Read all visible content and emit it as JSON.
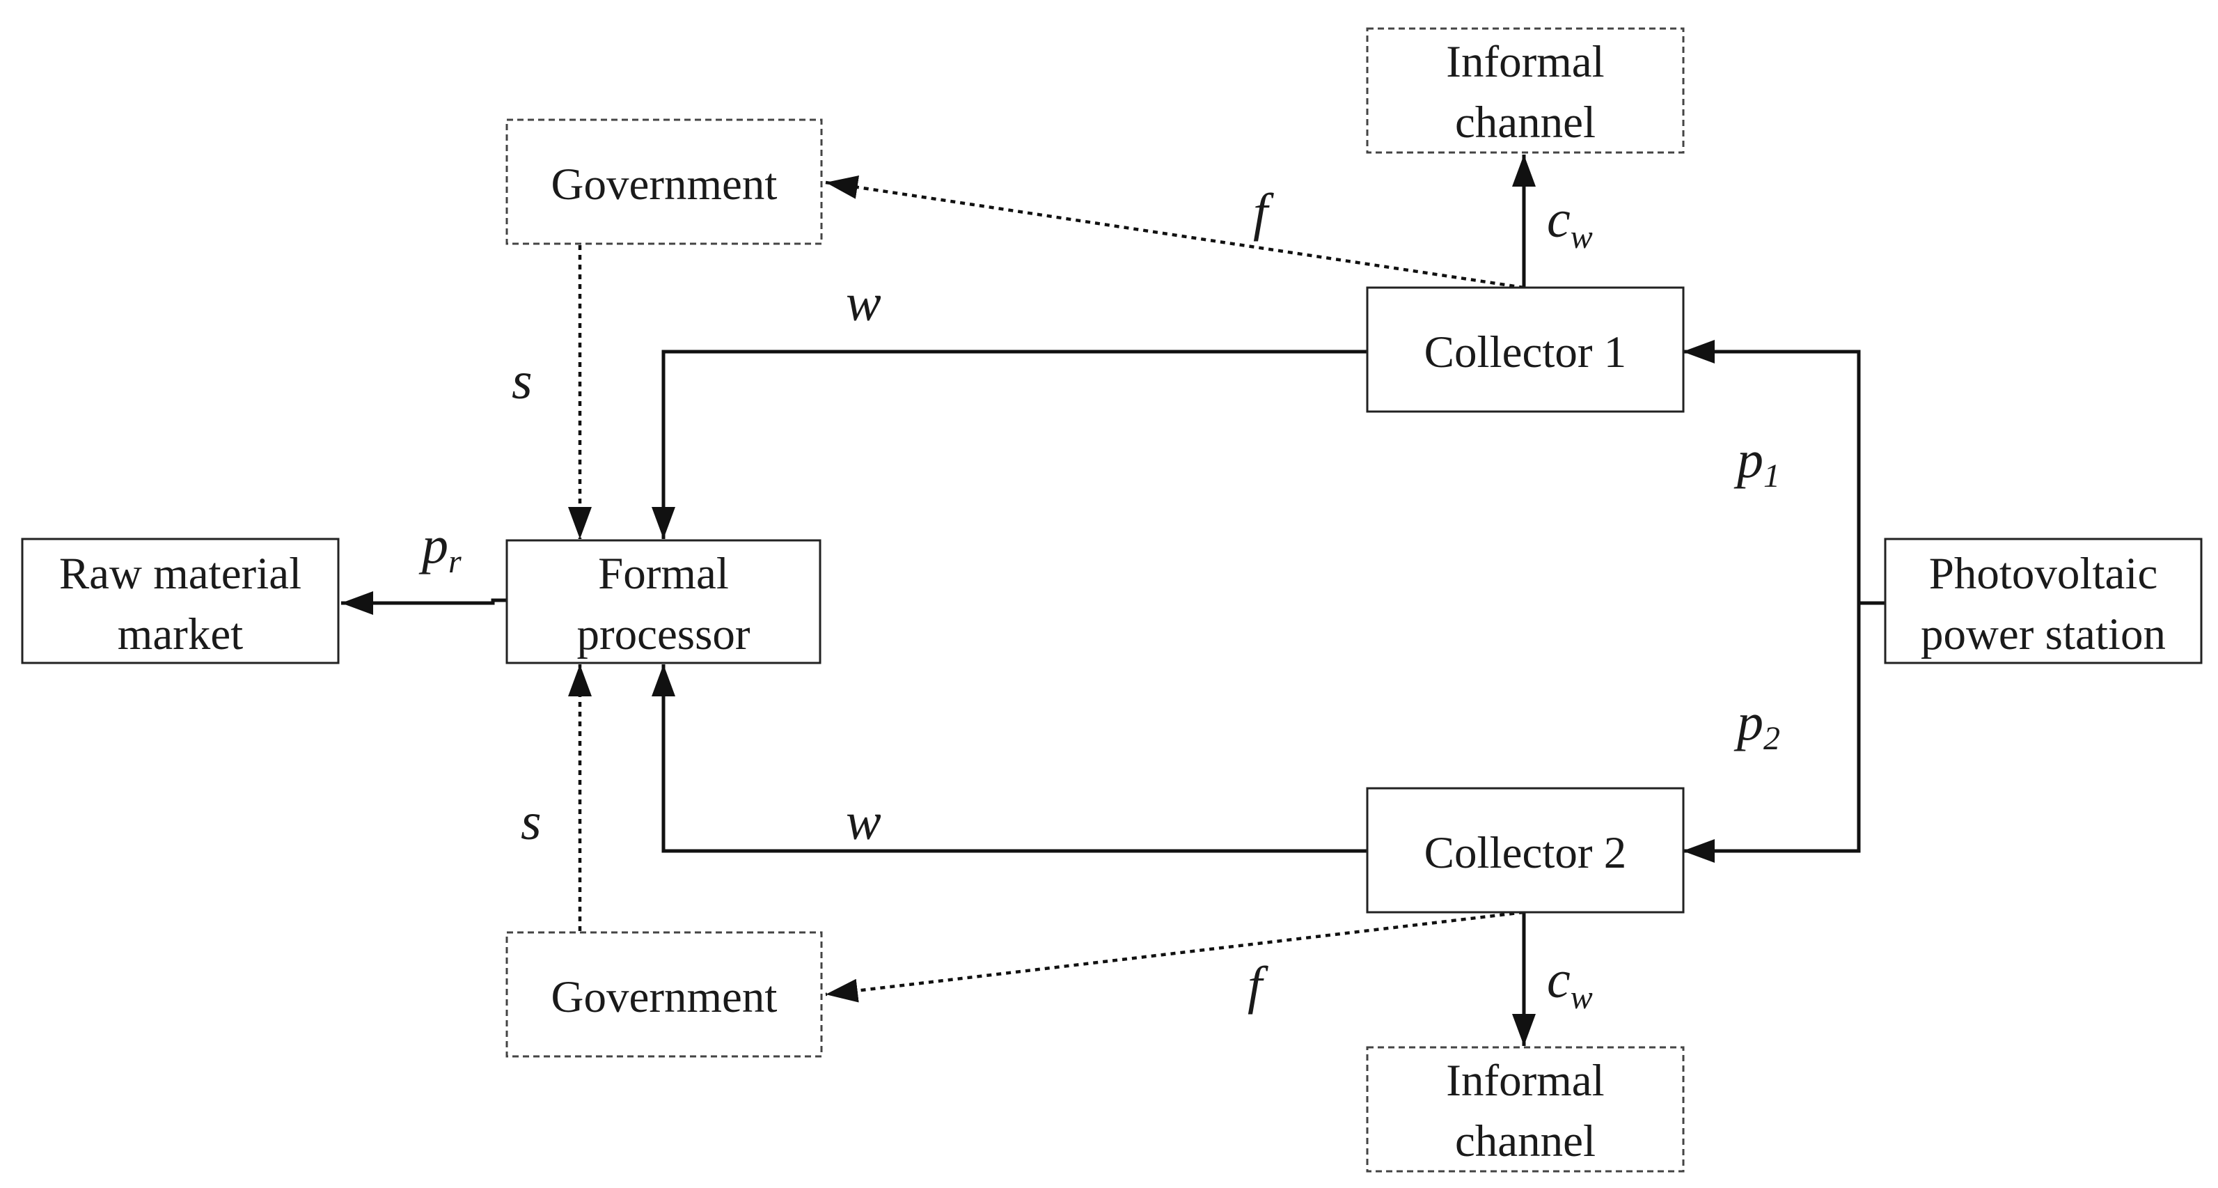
{
  "nodes": {
    "raw_market": [
      "Raw material",
      "market"
    ],
    "formal_processor": [
      "Formal",
      "processor"
    ],
    "collector_1": [
      "Collector 1"
    ],
    "collector_2": [
      "Collector 2"
    ],
    "pv_station": [
      "Photovoltaic",
      "power station"
    ],
    "government_top": [
      "Government"
    ],
    "government_bottom": [
      "Government"
    ],
    "informal_top": [
      "Informal",
      "channel"
    ],
    "informal_bottom": [
      "Informal",
      "channel"
    ]
  },
  "edge_labels": {
    "f": "f",
    "cw": "c",
    "cw_sub": "w",
    "w": "w",
    "s": "s",
    "p": "p",
    "p1_sub": "1",
    "p2_sub": "2",
    "pr_sub": "r"
  }
}
